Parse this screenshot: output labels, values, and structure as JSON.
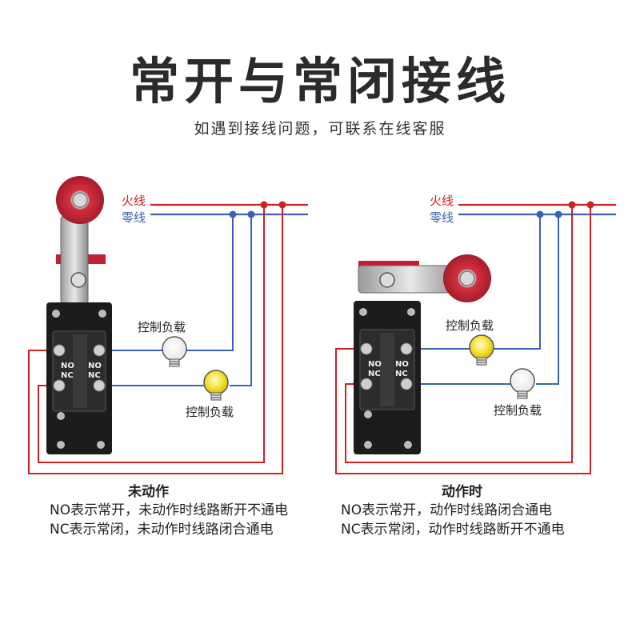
{
  "header": {
    "title": "常开与常闭接线",
    "subtitle": "如遇到接线问题，可联系在线客服"
  },
  "legend": {
    "live_label": "火线",
    "neutral_label": "零线",
    "live_color": "#cc2222",
    "neutral_color": "#3a62b8"
  },
  "switch_labels": {
    "no": "NO",
    "nc": "NC"
  },
  "panels": [
    {
      "state_title": "未动作",
      "load_label_top": "控制负载",
      "load_label_bottom": "控制负载",
      "top_bulb_on": false,
      "bottom_bulb_on": true,
      "notes": [
        "NO表示常开，未动作时线路断开不通电",
        "NC表示常闭，未动作时线路闭合通电"
      ]
    },
    {
      "state_title": "动作时",
      "load_label_top": "控制负载",
      "load_label_bottom": "控制负载",
      "top_bulb_on": true,
      "bottom_bulb_on": false,
      "notes": [
        "NO表示常开，动作时线路闭合通电",
        "NC表示常闭，动作时线路断开不通电"
      ]
    }
  ]
}
